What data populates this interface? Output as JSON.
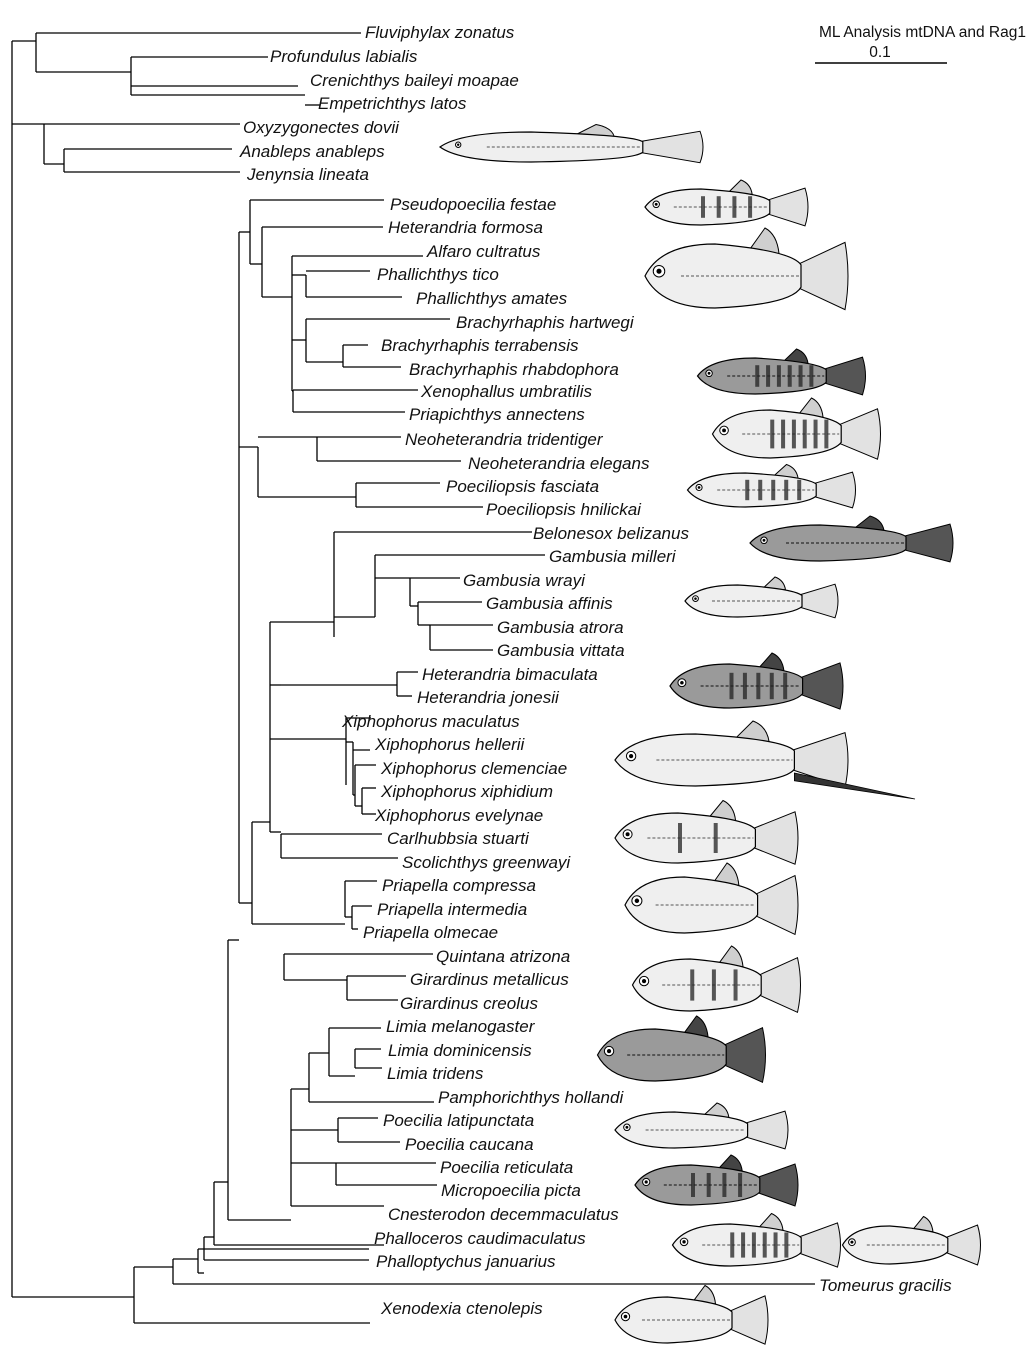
{
  "header": {
    "title": "ML Analysis mtDNA and Rag1",
    "scale_label": "0.1"
  },
  "taxa": [
    "Fluviphylax zonatus",
    "Profundulus labialis",
    "Crenichthys baileyi moapae",
    "Empetrichthys latos",
    "Oxyzygonectes dovii",
    "Anableps anableps",
    "Jenynsia lineata",
    "Pseudopoecilia festae",
    "Heterandria formosa",
    "Alfaro cultratus",
    "Phallichthys tico",
    "Phallichthys amates",
    "Brachyrhaphis hartwegi",
    "Brachyrhaphis terrabensis",
    "Brachyrhaphis rhabdophora",
    "Xenophallus umbratilis",
    "Priapichthys annectens",
    "Neoheterandria tridentiger",
    "Neoheterandria elegans",
    "Poeciliopsis fasciata",
    "Poeciliopsis hnilickai",
    "Belonesox belizanus",
    "Gambusia milleri",
    "Gambusia wrayi",
    "Gambusia affinis",
    "Gambusia atrora",
    "Gambusia vittata",
    "Heterandria bimaculata",
    "Heterandria jonesii",
    "Xiphophorus maculatus",
    "Xiphophorus hellerii",
    "Xiphophorus clemenciae",
    "Xiphophorus xiphidium",
    "Xiphophorus evelynae",
    "Carlhubbsia stuarti",
    "Scolichthys greenwayi",
    "Priapella compressa",
    "Priapella intermedia",
    "Priapella olmecae",
    "Quintana atrizona",
    "Girardinus metallicus",
    "Girardinus creolus",
    "Limia melanogaster",
    "Limia dominicensis",
    "Limia tridens",
    "Pamphorichthys hollandi",
    "Poecilia latipunctata",
    "Poecilia caucana",
    "Poecilia reticulata",
    "Micropoecilia picta",
    "Cnesterodon decemmaculatus",
    "Phalloceros caudimaculatus",
    "Phalloptychus januarius",
    "Tomeurus gracilis",
    "Xenodexia ctenolepis"
  ],
  "illustrations": [
    "oxyzygonectes-fish-icon",
    "pseudopoecilia-fish-icon",
    "phallichthys-fish-icon",
    "brachyrhaphis-fish-icon",
    "neoheterandria-fish-icon",
    "poeciliopsis-fish-icon",
    "belonesox-fish-icon",
    "gambusia-fish-icon",
    "heterandria-fish-icon",
    "xiphophorus-fish-icon",
    "carlhubbsia-fish-icon",
    "priapella-fish-icon",
    "girardinus-fish-icon",
    "limia-fish-icon",
    "poecilia-fish-icon",
    "micropoecilia-fish-icon",
    "phalloceros-fish-icon",
    "tomeurus-fish-icon",
    "xenodexia-fish-icon"
  ]
}
